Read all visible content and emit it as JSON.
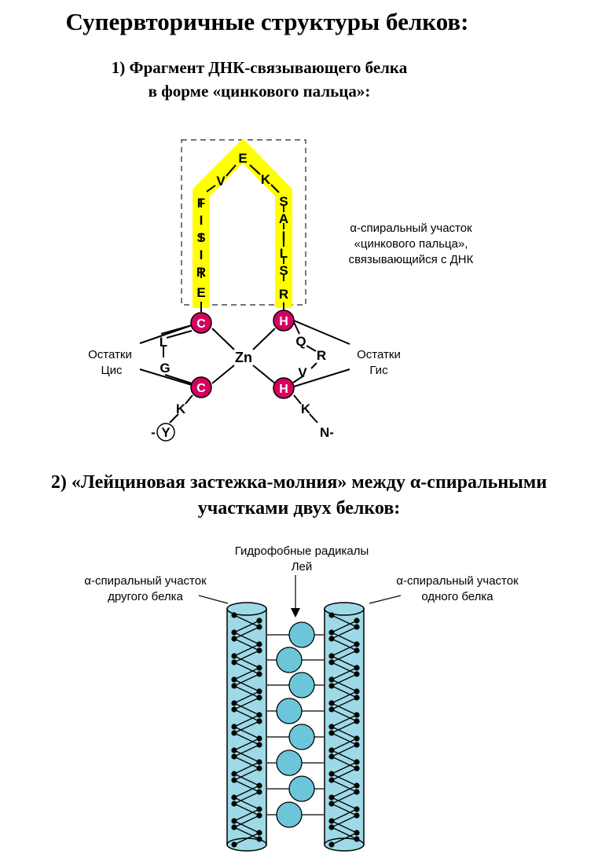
{
  "title": "Супервторичные структуры белков:",
  "section1": {
    "heading_line1": "1) Фрагмент ДНК-связывающего белка",
    "heading_line2": "в форме «цинкового пальца»:",
    "helix_label": [
      "α-спиральный участок",
      "«цинкового пальца»,",
      "связывающийся с ДНК"
    ],
    "cys_label": [
      "Остатки",
      "Цис"
    ],
    "his_label": [
      "Остатки",
      "Гис"
    ],
    "zinc": "Zn",
    "left_strand": [
      "E",
      "R",
      "I",
      "S",
      "I",
      "F"
    ],
    "top_residues": [
      "V",
      "E",
      "K"
    ],
    "right_strand": [
      "S",
      "A",
      "I",
      "L",
      "S",
      "R"
    ],
    "cys_residues": [
      "C",
      "C"
    ],
    "his_residues": [
      "H",
      "H"
    ],
    "loop_cys": [
      "L",
      "G"
    ],
    "loop_his": [
      "Q",
      "R",
      "V"
    ],
    "tail_left": [
      "K",
      "-",
      "Y"
    ],
    "tail_right": [
      "K",
      "N-"
    ]
  },
  "section2": {
    "heading_line1": "2) «Лейциновая застежка-молния» между α-спиральными",
    "heading_line2": "участками двух белков:",
    "hydrophobic_label": [
      "Гидрофобные радикалы",
      "Лей"
    ],
    "left_helix_label": [
      "α-спиральный участок",
      "другого белка"
    ],
    "right_helix_label": [
      "α-спиральный участок",
      "одного белка"
    ]
  },
  "colors": {
    "highlight": "#ffff00",
    "residue_circle": "#d6005f",
    "helix_fill": "#9ed9e6",
    "leucine": "#6cc6d9"
  }
}
